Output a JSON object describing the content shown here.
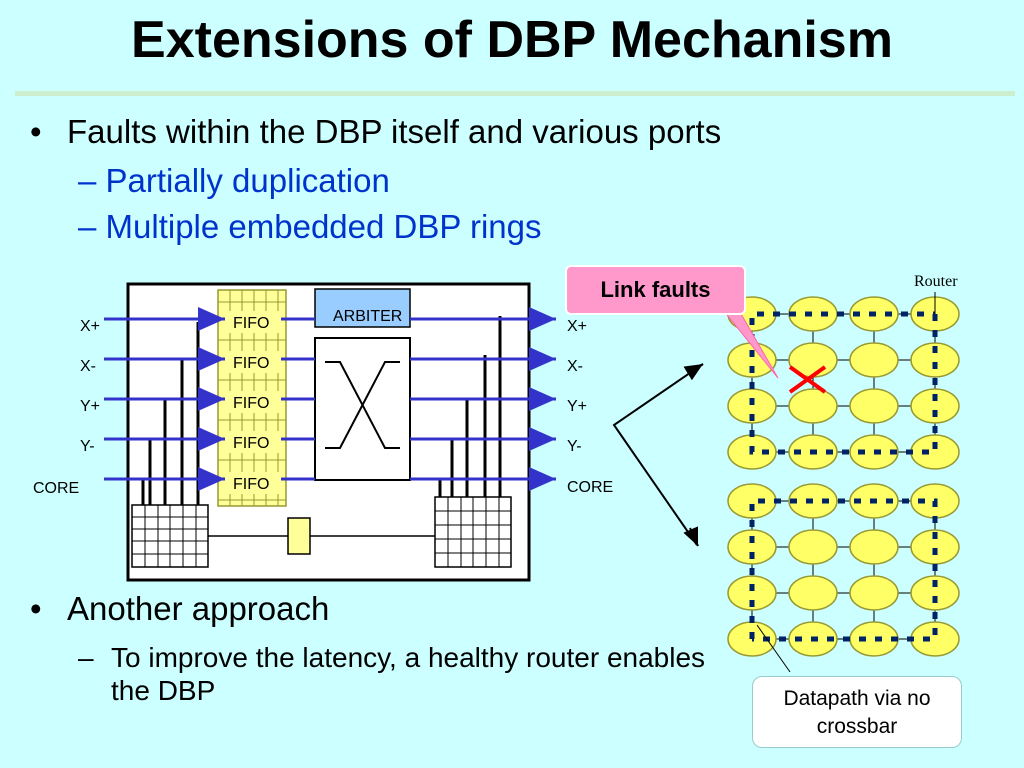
{
  "slide": {
    "title": "Extensions of DBP Mechanism",
    "bullets": [
      {
        "text": "Faults within the DBP itself and various ports",
        "subitems": [
          "– Partially duplication",
          "– Multiple embedded DBP rings"
        ]
      },
      {
        "text": "Another approach",
        "subitems": [
          "To improve the latency, a healthy router enables the DBP"
        ]
      }
    ],
    "sub_dash": "–"
  },
  "router_diagram": {
    "fifo_labels": [
      "FIFO",
      "FIFO",
      "FIFO",
      "FIFO",
      "FIFO"
    ],
    "arbiter_label": "ARBITER",
    "input_ports": [
      "X+",
      "X-",
      "Y+",
      "Y-",
      "CORE"
    ],
    "output_ports": [
      "X+",
      "X-",
      "Y+",
      "Y-",
      "CORE"
    ]
  },
  "mesh": {
    "router_label": "Router",
    "fault_callout": "Link faults",
    "datapath_note_line1": "Datapath via no",
    "datapath_note_line2": "crossbar"
  },
  "colors": {
    "background": "#ccffff",
    "accent_blue": "#0033cc",
    "router_node": "#ffff66",
    "fifo_fill": "#ffff99",
    "arbiter_fill": "#99ccff",
    "callout_fill": "#ff99cc",
    "fault_mark": "#ff0000",
    "ring_dash": "#002266"
  }
}
